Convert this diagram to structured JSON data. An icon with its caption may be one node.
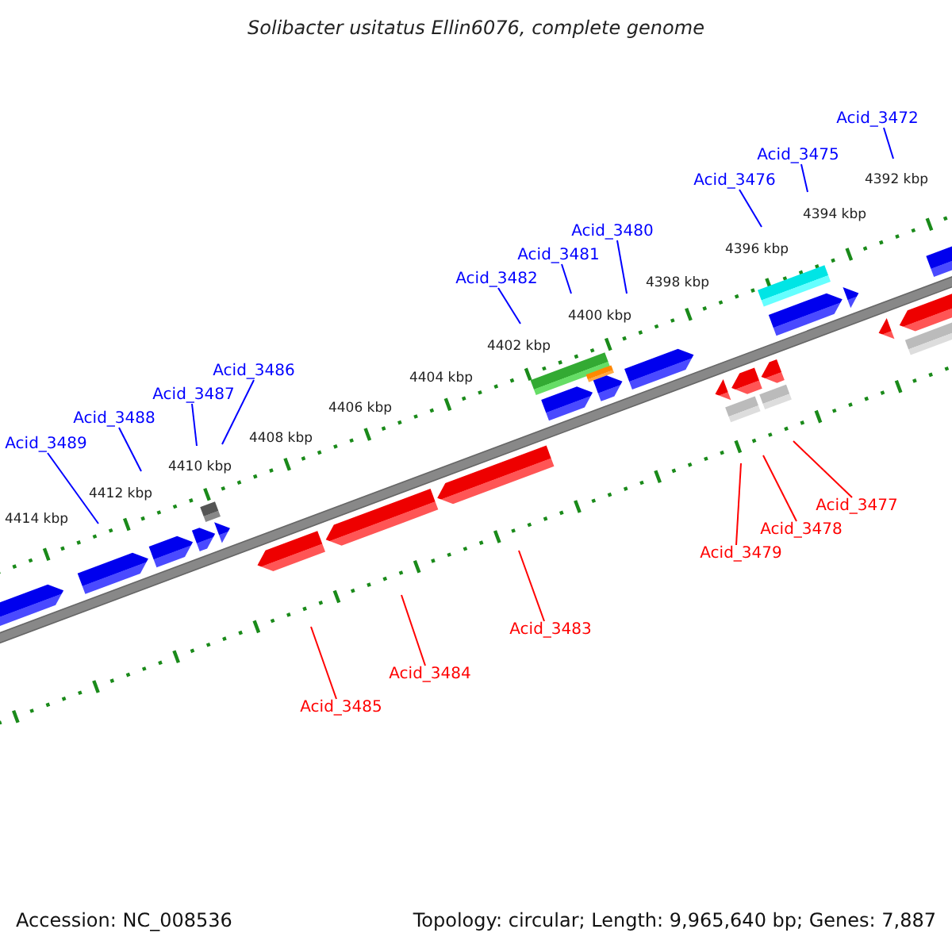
{
  "diagram": {
    "title": "Solibacter usitatus Ellin6076, complete genome",
    "nodes": [
      {
        "text": [
          "Acid_3472"
        ]
      },
      {
        "text": [
          "Acid_3475"
        ]
      },
      {
        "text": [
          "Acid_3476"
        ]
      },
      {
        "text": [
          "Acid_3480"
        ]
      },
      {
        "text": [
          "Acid_3481"
        ]
      },
      {
        "text": [
          "Acid_3482"
        ]
      },
      {
        "text": [
          "Acid_3486"
        ]
      },
      {
        "text": [
          "Acid_3487"
        ]
      },
      {
        "text": [
          "Acid_3488"
        ]
      },
      {
        "text": [
          "Acid_3489"
        ]
      },
      {
        "text": [
          "Acid_3477"
        ]
      },
      {
        "text": [
          "Acid_3478"
        ]
      },
      {
        "text": [
          "Acid_3479"
        ]
      },
      {
        "text": [
          "Acid_3483"
        ]
      },
      {
        "text": [
          "Acid_3484"
        ]
      },
      {
        "text": [
          "Acid_3485"
        ]
      }
    ],
    "edges": [
      {
        "from": 0,
        "to": null,
        "arrow": "none"
      },
      {
        "from": 1,
        "to": null,
        "arrow": "none"
      },
      {
        "from": 2,
        "to": null,
        "arrow": "none"
      },
      {
        "from": 3,
        "to": null,
        "arrow": "none"
      },
      {
        "from": 4,
        "to": null,
        "arrow": "none"
      },
      {
        "from": 5,
        "to": null,
        "arrow": "none"
      },
      {
        "from": 6,
        "to": null,
        "arrow": "none"
      },
      {
        "from": 7,
        "to": null,
        "arrow": "none"
      },
      {
        "from": 8,
        "to": null,
        "arrow": "none"
      },
      {
        "from": 9,
        "to": null,
        "arrow": "none"
      },
      {
        "from": 10,
        "to": null,
        "arrow": "none",
        "color": "#ff0000"
      },
      {
        "from": 11,
        "to": null,
        "arrow": "none",
        "color": "#ff0000"
      },
      {
        "from": 12,
        "to": null,
        "arrow": "none",
        "color": "#ff0000"
      },
      {
        "from": 13,
        "to": null,
        "arrow": "none",
        "color": "#ff0000"
      },
      {
        "from": 14,
        "to": null,
        "arrow": "none",
        "color": "#ff0000"
      },
      {
        "from": 15,
        "to": null,
        "arrow": "none",
        "color": "#ff0000"
      }
    ],
    "labels": [
      "4392 kbp",
      "4394 kbp",
      "4396 kbp",
      "4398 kbp",
      "4400 kbp",
      "4402 kbp",
      "4404 kbp",
      "4406 kbp",
      "4408 kbp",
      "4410 kbp",
      "4412 kbp",
      "4414 kbp",
      "Accession: NC_008536",
      "Topology: circular; Length: 9,965,640 bp; Genes: 7,887"
    ]
  }
}
